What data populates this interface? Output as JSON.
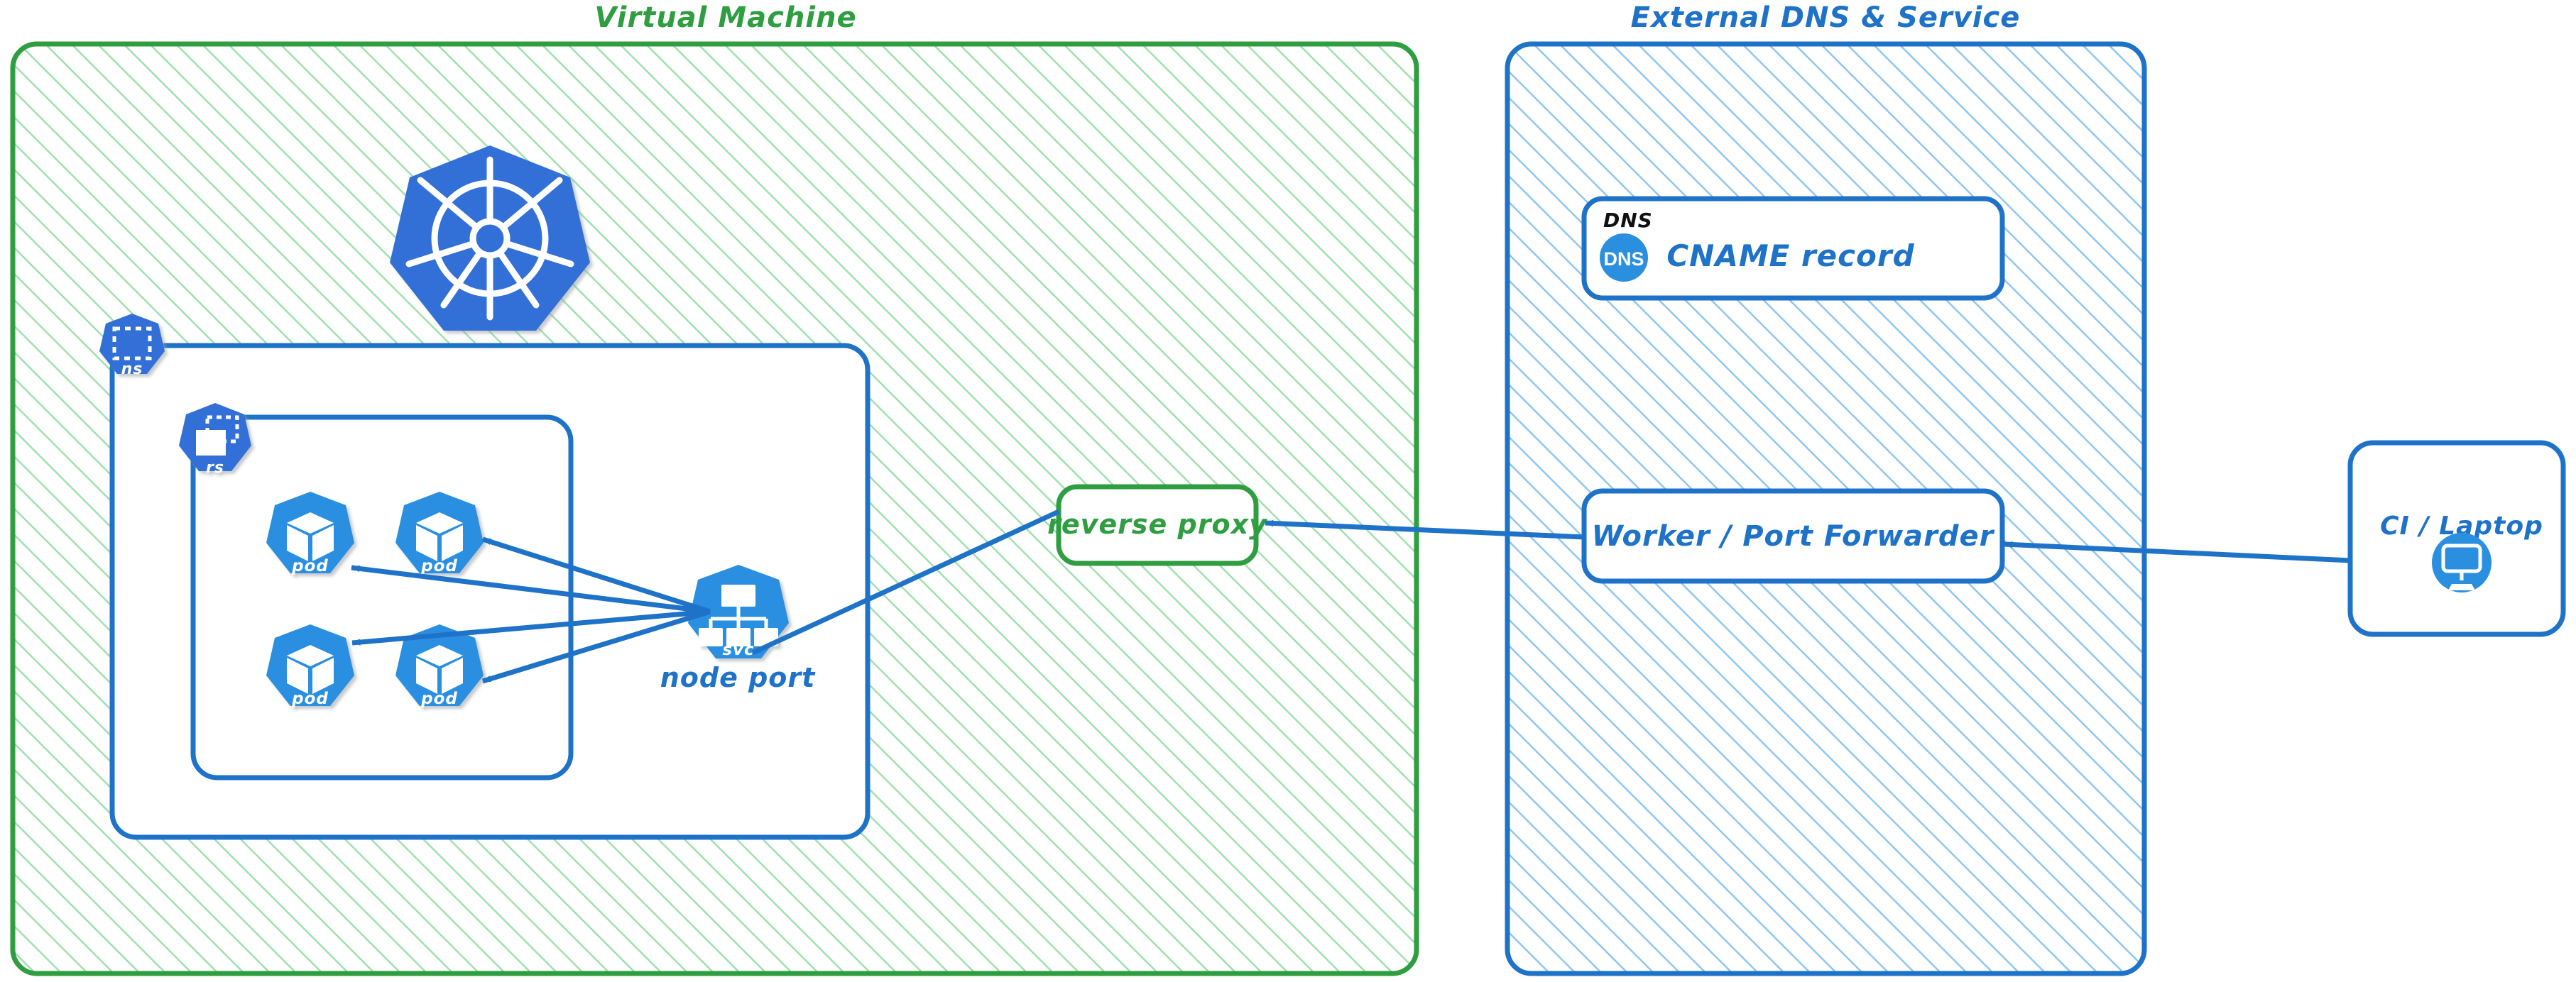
{
  "diagram": {
    "title_vm": "Virtual Machine",
    "title_external": "External DNS & Service",
    "colors": {
      "green": "#2F9E41",
      "green_hatch": "#9FE0AE",
      "blue": "#1E73C8",
      "blue_hatch": "#8FC6F0",
      "k8s_blue": "#3070D8",
      "icon_blue": "#2B8FE0",
      "white": "#ffffff",
      "black": "#111111"
    }
  },
  "vm": {
    "label": "Virtual Machine",
    "k8s_logo": "kubernetes-logo-icon",
    "namespace": {
      "badge_label": "ns",
      "badge_icon": "namespace-icon"
    },
    "replicaset": {
      "badge_label": "rs",
      "badge_icon": "replicaset-icon"
    },
    "pods": [
      {
        "label": "pod",
        "icon": "pod-cube-icon"
      },
      {
        "label": "pod",
        "icon": "pod-cube-icon"
      },
      {
        "label": "pod",
        "icon": "pod-cube-icon"
      },
      {
        "label": "pod",
        "icon": "pod-cube-icon"
      }
    ],
    "service": {
      "badge_label": "svc",
      "badge_icon": "service-icon",
      "caption": "node port"
    },
    "reverse_proxy": {
      "label": "reverse proxy"
    }
  },
  "external": {
    "label": "External DNS & Service",
    "dns_card": {
      "kind_label": "DNS",
      "icon_label": "DNS",
      "icon": "dns-circle-icon",
      "title": "CNAME record"
    },
    "worker_card": {
      "title": "Worker / Port Forwarder"
    }
  },
  "client": {
    "card": {
      "title": "CI / Laptop",
      "icon": "desktop-monitor-icon"
    }
  },
  "edges": [
    {
      "name": "svc-to-pod-1",
      "from": "service",
      "to": "pod-1"
    },
    {
      "name": "svc-to-pod-2",
      "from": "service",
      "to": "pod-2"
    },
    {
      "name": "svc-to-pod-3",
      "from": "service",
      "to": "pod-3"
    },
    {
      "name": "svc-to-pod-4",
      "from": "service",
      "to": "pod-4"
    },
    {
      "name": "reverse-proxy-to-service",
      "from": "reverse-proxy",
      "to": "service"
    },
    {
      "name": "worker-to-reverse-proxy",
      "from": "worker",
      "to": "reverse-proxy"
    },
    {
      "name": "client-to-worker",
      "from": "ci-laptop",
      "to": "worker"
    }
  ]
}
